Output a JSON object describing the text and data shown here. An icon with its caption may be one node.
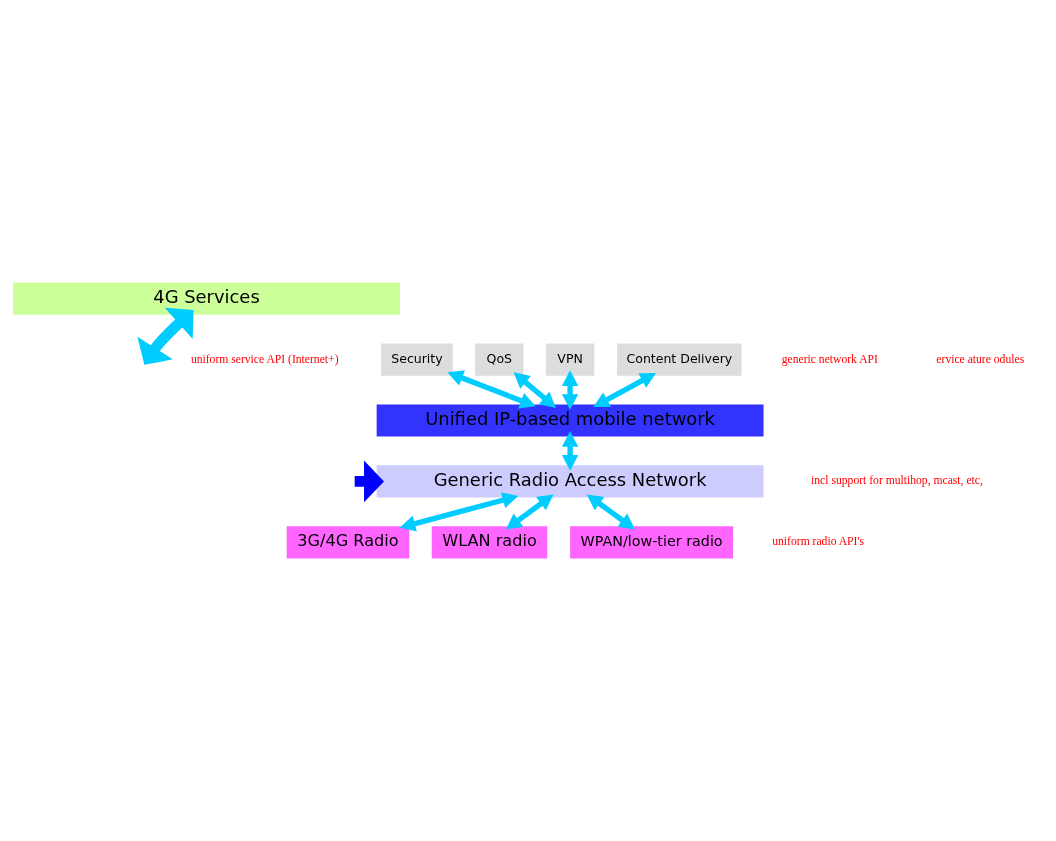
{
  "diagram": {
    "nodes": [
      {
        "text": [
          "4G Services"
        ]
      },
      {
        "text": [
          "Security"
        ]
      },
      {
        "text": [
          "QoS"
        ]
      },
      {
        "text": [
          "VPN"
        ]
      },
      {
        "text": [
          "Content Delivery"
        ]
      },
      {
        "text": [
          "Unified IP-based mobile network"
        ]
      },
      {
        "text": [
          "Generic Radio Access Network"
        ]
      },
      {
        "text": [
          "3G/4G Radio"
        ]
      },
      {
        "text": [
          "WLAN radio"
        ]
      },
      {
        "text": [
          "WPAN/low-tier radio"
        ]
      }
    ],
    "edges": [
      {
        "from": 0,
        "to": null,
        "arrow": "both",
        "style": "thick"
      },
      {
        "from": 1,
        "to": 5,
        "arrow": "both"
      },
      {
        "from": 2,
        "to": 5,
        "arrow": "both"
      },
      {
        "from": 3,
        "to": 5,
        "arrow": "both"
      },
      {
        "from": 4,
        "to": 5,
        "arrow": "both"
      },
      {
        "from": 5,
        "to": 6,
        "arrow": "both"
      },
      {
        "from": 6,
        "to": 7,
        "arrow": "both"
      },
      {
        "from": 6,
        "to": 8,
        "arrow": "both"
      },
      {
        "from": 6,
        "to": 9,
        "arrow": "both"
      },
      {
        "from": null,
        "to": 6,
        "arrow": "to",
        "style": "thick",
        "color": "#0000ff"
      }
    ],
    "labels": [
      "uniform service API (Internet+)",
      "ervice ature odules",
      "generic network API",
      "incl support for multihop, mcast, etc,",
      "uniform radio API's"
    ]
  }
}
